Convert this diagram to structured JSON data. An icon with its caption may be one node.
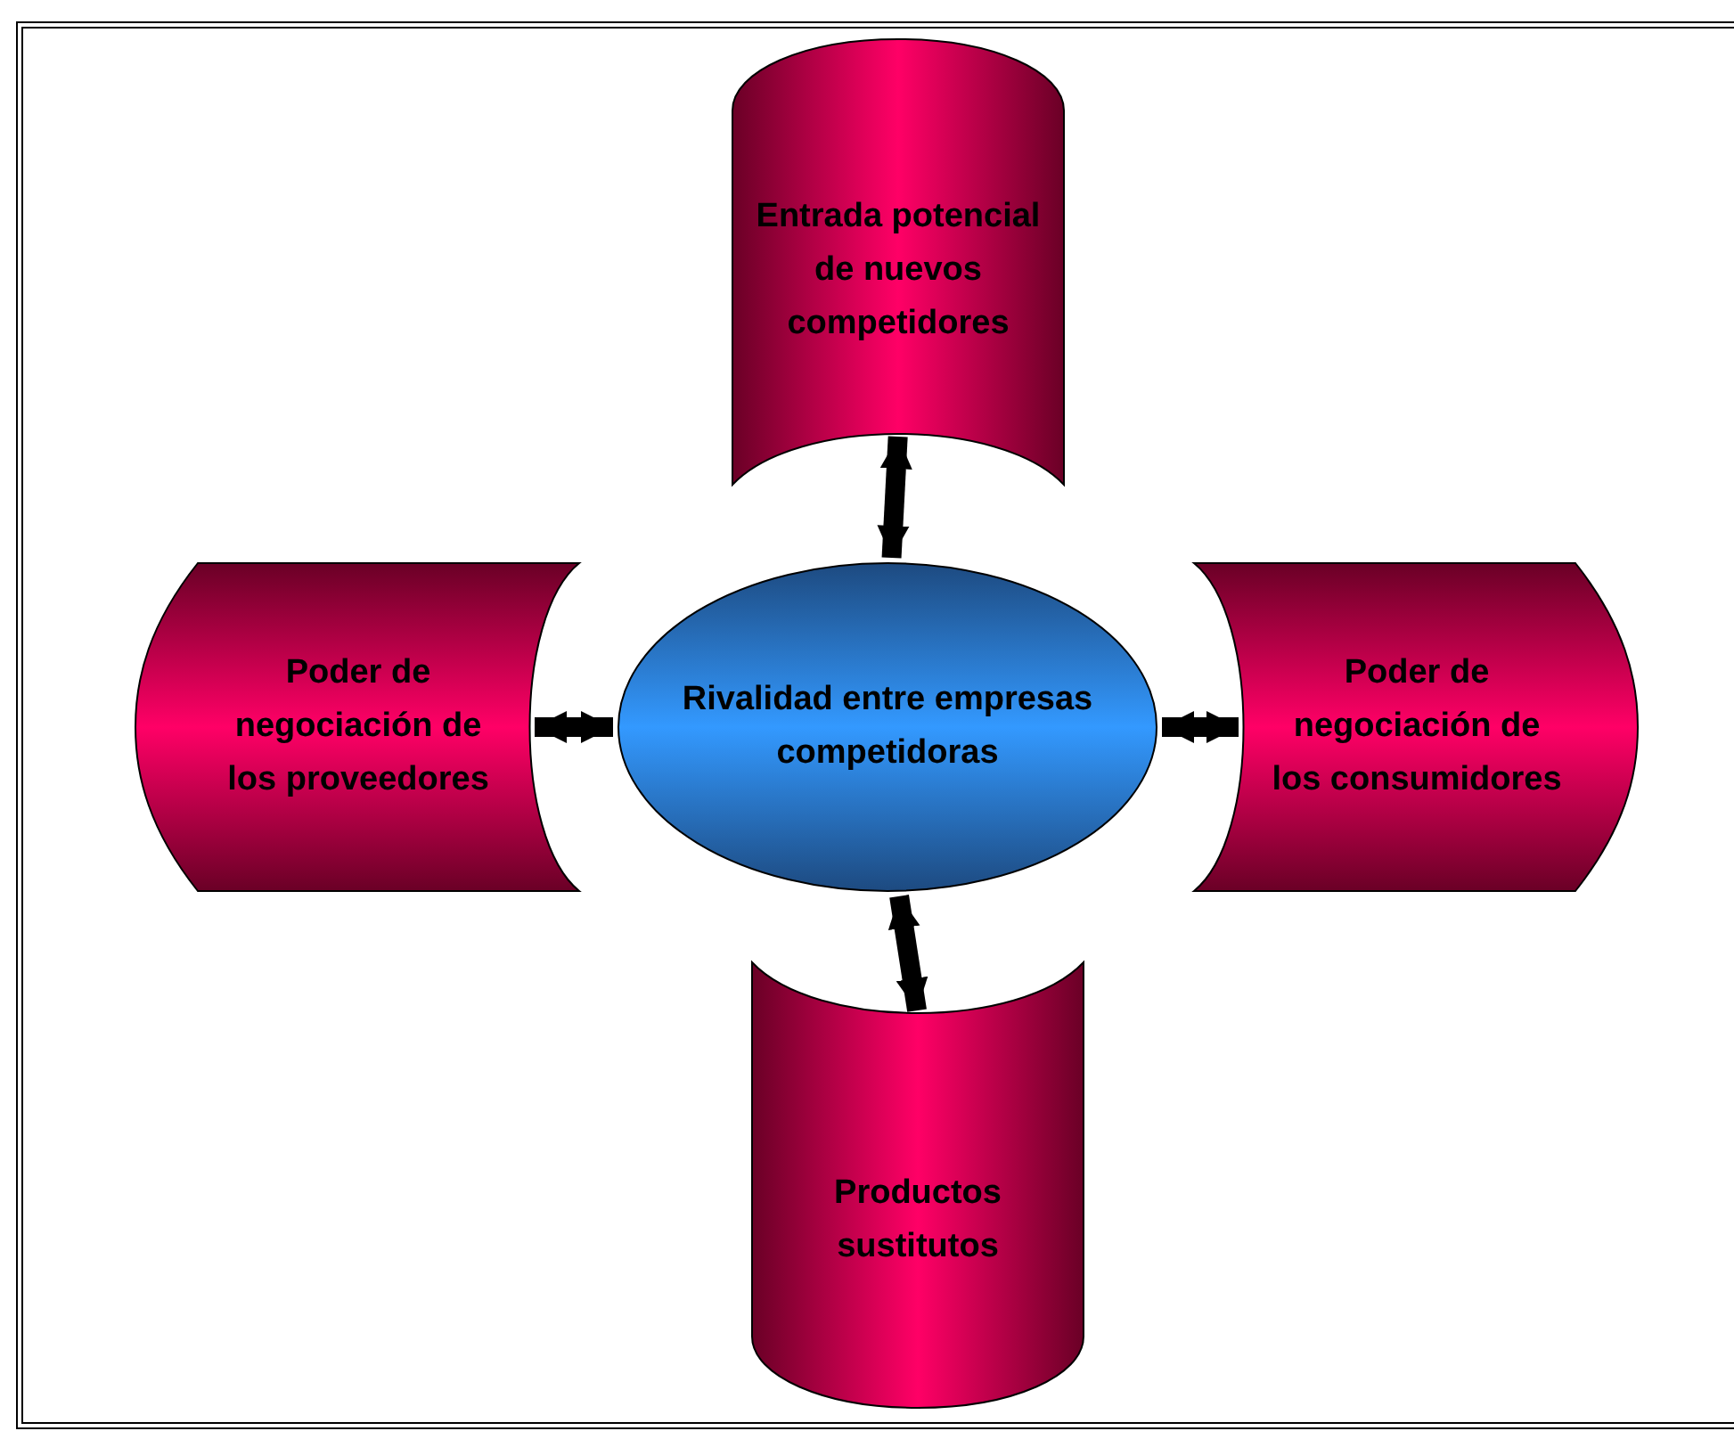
{
  "diagram": {
    "nodes": [
      {
        "text": [
          "Entrada potencial de nuevos competidores"
        ]
      },
      {
        "text": [
          "Poder de negociación de los proveedores"
        ]
      },
      {
        "text": [
          "Rivalidad entre empresas competidoras"
        ]
      },
      {
        "text": [
          "Poder de negociación de los consumidores"
        ]
      },
      {
        "text": [
          "Productos sustitutos"
        ]
      }
    ],
    "edges": [
      {
        "from": 0,
        "to": 2,
        "arrow": "both"
      },
      {
        "from": 1,
        "to": 2,
        "arrow": "both"
      },
      {
        "from": 2,
        "to": 3,
        "arrow": "both"
      },
      {
        "from": 2,
        "to": 4,
        "arrow": "both"
      }
    ]
  }
}
